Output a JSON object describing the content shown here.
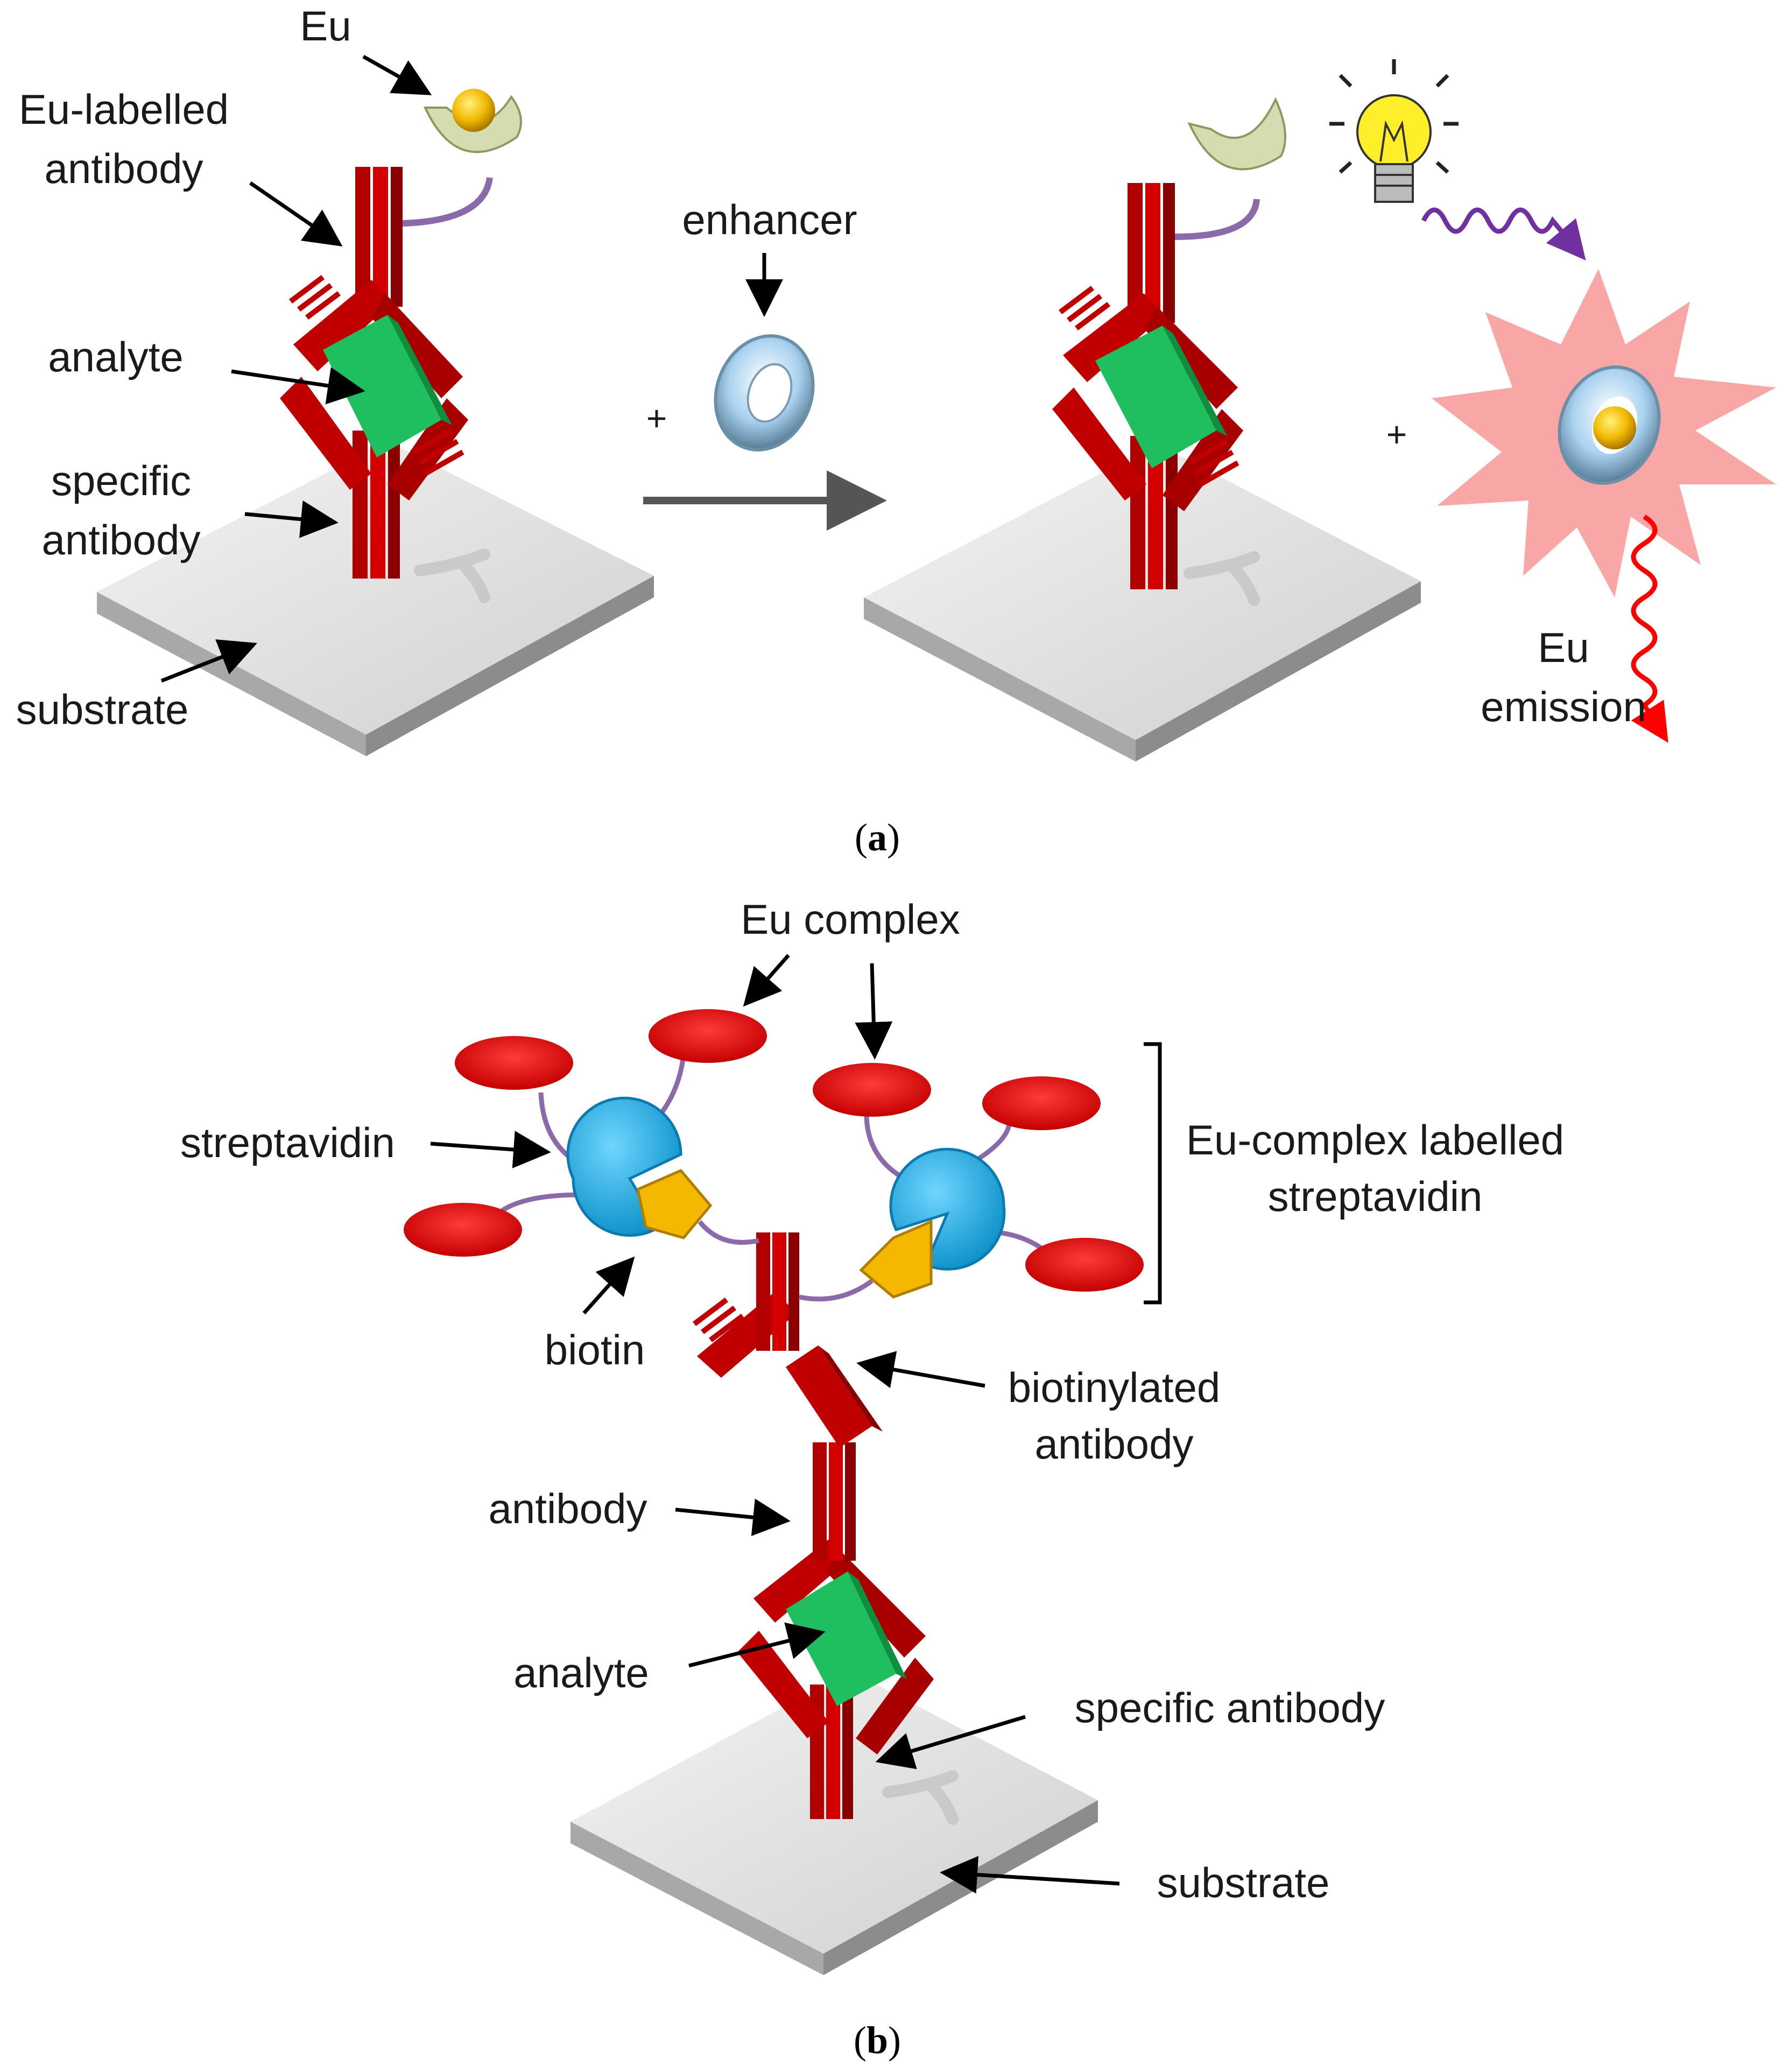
{
  "panel_a": {
    "labels": {
      "eu": "Eu",
      "eu_labelled_antibody_1": "Eu-labelled",
      "eu_labelled_antibody_2": "antibody",
      "analyte": "analyte",
      "specific_antibody_1": "specific",
      "specific_antibody_2": "antibody",
      "substrate": "substrate",
      "enhancer": "enhancer",
      "plus": "+",
      "eu_emission_1": "Eu",
      "eu_emission_2": "emission"
    },
    "caption": {
      "open": "(",
      "letter": "a",
      "close": ")"
    }
  },
  "panel_b": {
    "labels": {
      "eu_complex": "Eu complex",
      "streptavidin": "streptavidin",
      "eu_complex_labelled_1": "Eu-complex labelled",
      "eu_complex_labelled_2": "streptavidin",
      "biotin": "biotin",
      "biotinylated_antibody_1": "biotinylated",
      "biotinylated_antibody_2": "antibody",
      "antibody": "antibody",
      "analyte": "analyte",
      "specific_antibody": "specific antibody",
      "substrate": "substrate"
    },
    "caption": {
      "open": "(",
      "letter": "b",
      "close": ")"
    }
  },
  "colors": {
    "antibody_red": "#c00000",
    "analyte_green": "#1fbf5f",
    "substrate_grey": "#d9d9d9",
    "streptavidin_blue": "#19b4ec",
    "biotin_yellow": "#f5b800",
    "eu_complex_red": "#e00000",
    "linker_purple": "#8a6aa8",
    "emission_pink": "#f4a0a0",
    "enhancer_ring": "#a9d2f0"
  }
}
